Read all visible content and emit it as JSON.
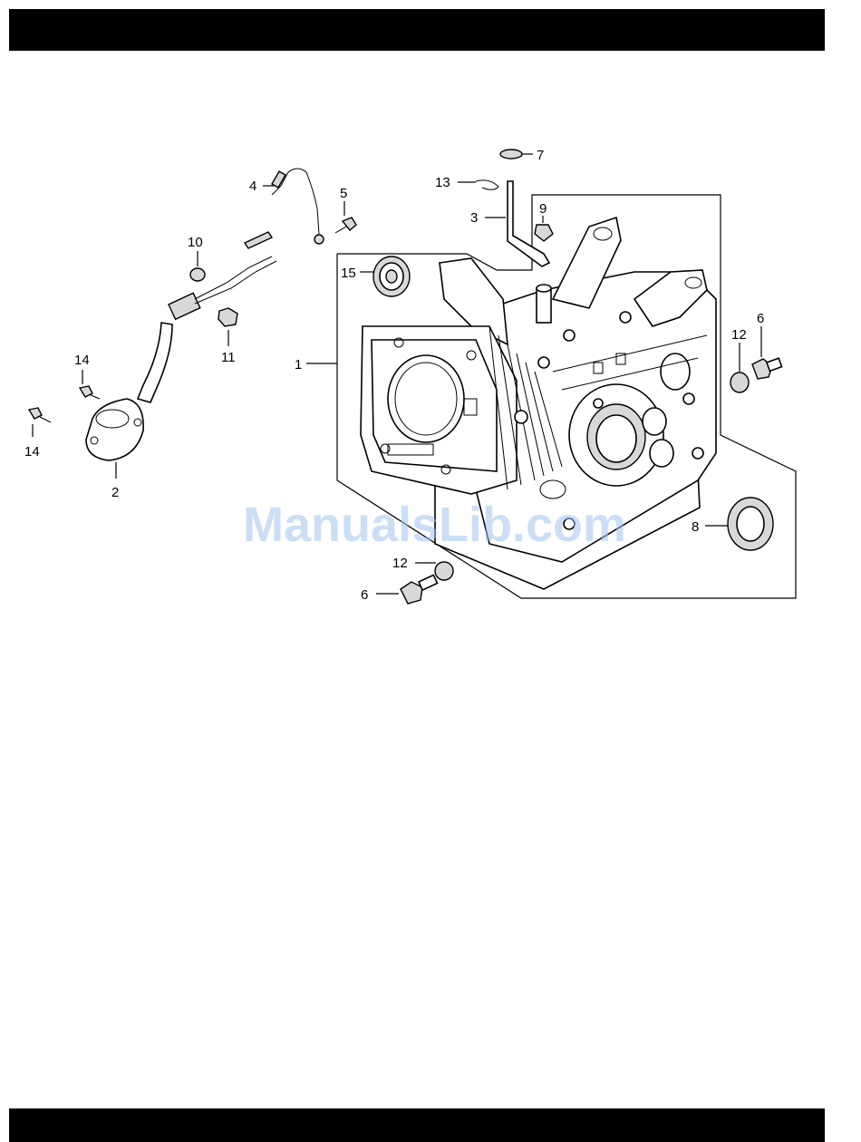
{
  "watermark": "ManualsLib.com",
  "callouts": {
    "c1": "1",
    "c2": "2",
    "c3": "3",
    "c4": "4",
    "c5": "5",
    "c6a": "6",
    "c6b": "6",
    "c7": "7",
    "c8": "8",
    "c9": "9",
    "c10": "10",
    "c11": "11",
    "c12a": "12",
    "c12b": "12",
    "c13": "13",
    "c14a": "14",
    "c14b": "14",
    "c15": "15"
  },
  "colors": {
    "bars": "#000000",
    "watermark": "#9ec4ee"
  }
}
